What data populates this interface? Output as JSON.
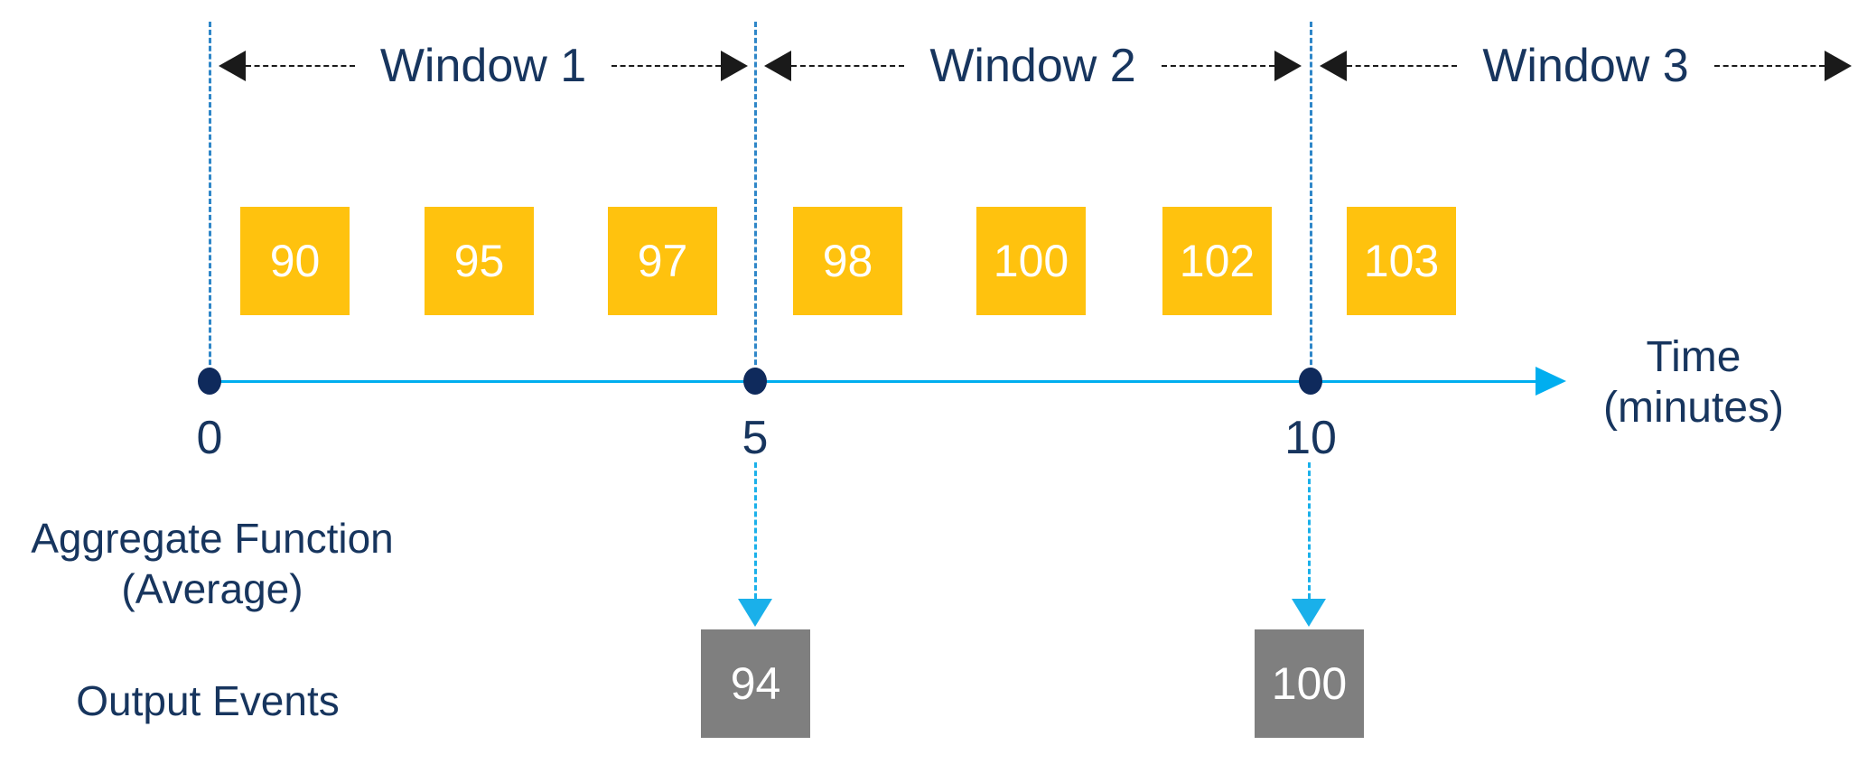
{
  "diagram": {
    "title": "tumbling-window-aggregation",
    "windows": [
      {
        "label": "Window 1"
      },
      {
        "label": "Window 2"
      },
      {
        "label": "Window 3"
      }
    ],
    "input_events": [
      {
        "value": "90"
      },
      {
        "value": "95"
      },
      {
        "value": "97"
      },
      {
        "value": "98"
      },
      {
        "value": "100"
      },
      {
        "value": "102"
      },
      {
        "value": "103"
      }
    ],
    "timeline": {
      "ticks": [
        "0",
        "5",
        "10"
      ],
      "axis_label_line1": "Time",
      "axis_label_line2": "(minutes)"
    },
    "aggregate_label_line1": "Aggregate Function",
    "aggregate_label_line2": "(Average)",
    "output_label": "Output Events",
    "output_events": [
      {
        "value": "94"
      },
      {
        "value": "100"
      }
    ],
    "colors": {
      "event_fill": "#FFC20E",
      "output_fill": "#7F7F7F",
      "navy_text": "#17355E",
      "dot_fill": "#0F2A5C",
      "axis_cyan": "#00AEEF",
      "boundary_blue": "#2E86C8",
      "output_arrow_cyan": "#1AB0EA",
      "span_arrow_black": "#1A1A1A"
    }
  }
}
